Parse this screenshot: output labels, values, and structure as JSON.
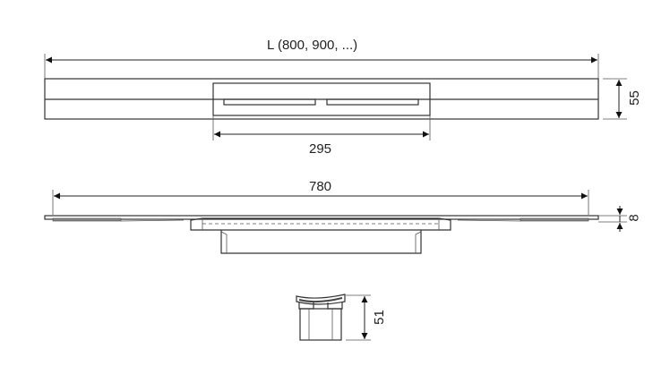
{
  "drawing": {
    "views": {
      "top_view": {
        "length_label": "L (800, 900, ...)",
        "width_label": "55",
        "inlet_label": "295"
      },
      "side_view": {
        "length_label": "780",
        "thickness_label": "8"
      },
      "end_view": {
        "height_label": "51"
      }
    },
    "colors": {
      "line": "#333333",
      "fill_dark": "#888888",
      "background": "#ffffff"
    }
  }
}
